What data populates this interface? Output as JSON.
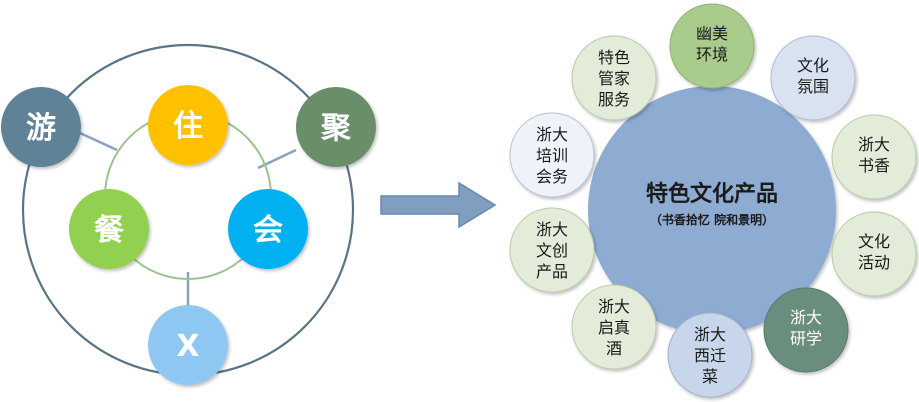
{
  "left_diagram": {
    "center_nodes": [
      {
        "id": "zhu",
        "label": "住",
        "color": "#ffc000"
      },
      {
        "id": "can",
        "label": "餐",
        "color": "#92d050"
      },
      {
        "id": "hui",
        "label": "会",
        "color": "#00b0f0"
      }
    ],
    "outer_nodes": [
      {
        "id": "you",
        "label": "游",
        "color": "#5f8296"
      },
      {
        "id": "ju",
        "label": "聚",
        "color": "#6b8e6b"
      },
      {
        "id": "x",
        "label": "X",
        "color": "#8ec8f2"
      }
    ],
    "ring_color": "#5a7487",
    "inner_ring_color": "#9bc48a"
  },
  "arrow": {
    "color": "#7f9ec0"
  },
  "right_diagram": {
    "hub": {
      "title": "特色文化产品",
      "subtitle": "（书香拾忆  院和景明）",
      "color": "#8eabd2"
    },
    "petals": [
      {
        "id": "youmei",
        "lines": [
          "幽美",
          "环境"
        ],
        "color": "#a9cb8c"
      },
      {
        "id": "fenwei",
        "lines": [
          "文化",
          "氛围"
        ],
        "color": "#d9e2f0"
      },
      {
        "id": "shuxiang",
        "lines": [
          "浙大",
          "书香"
        ],
        "color": "#e2ecd9"
      },
      {
        "id": "huodong",
        "lines": [
          "文化",
          "活动"
        ],
        "color": "#e2ecd9"
      },
      {
        "id": "yanxue",
        "lines": [
          "浙大",
          "研学"
        ],
        "color": "#6b8e7d"
      },
      {
        "id": "xiqian",
        "lines": [
          "浙大",
          "西迁",
          "菜"
        ],
        "color": "#c7d6ea"
      },
      {
        "id": "qizhen",
        "lines": [
          "浙大",
          "启真",
          "酒"
        ],
        "color": "#e2ecd9"
      },
      {
        "id": "wenchuang",
        "lines": [
          "浙大",
          "文创",
          "产品"
        ],
        "color": "#e2ecd9"
      },
      {
        "id": "peixun",
        "lines": [
          "浙大",
          "培训",
          "会务"
        ],
        "color": "#eef2f9"
      },
      {
        "id": "guanjia",
        "lines": [
          "特色",
          "管家",
          "服务"
        ],
        "color": "#e2ecd9"
      }
    ]
  }
}
